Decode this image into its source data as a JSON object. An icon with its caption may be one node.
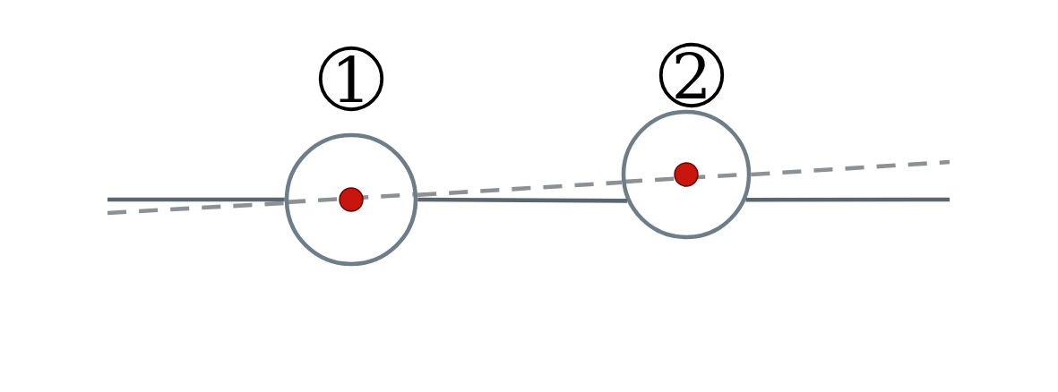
{
  "diagram": {
    "nodes": [
      {
        "text": [
          "1"
        ]
      },
      {
        "text": [
          "2"
        ]
      }
    ],
    "edges": [
      {
        "from": null,
        "to": 0,
        "arrow": "none"
      },
      {
        "from": 0,
        "to": 1,
        "arrow": "none"
      },
      {
        "from": 1,
        "to": null,
        "arrow": "none"
      },
      {
        "from": null,
        "to": 0,
        "arrow": "none",
        "style": "dashed"
      },
      {
        "from": 0,
        "to": 1,
        "arrow": "none",
        "style": "dashed"
      },
      {
        "from": 1,
        "to": null,
        "arrow": "none",
        "style": "dashed"
      }
    ]
  }
}
